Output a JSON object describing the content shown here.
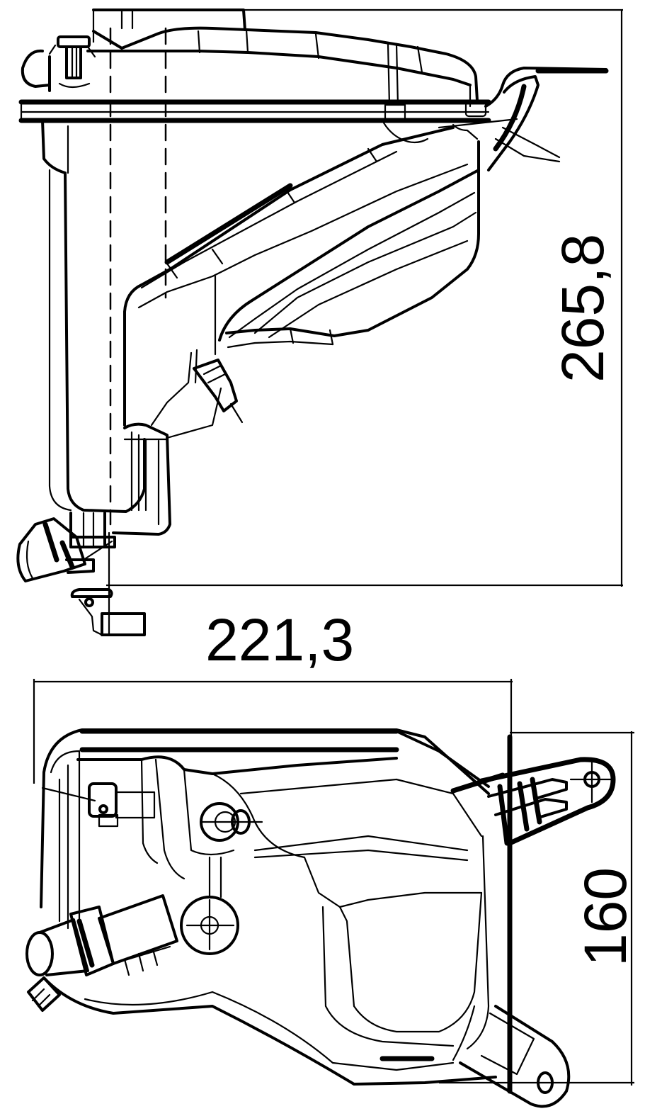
{
  "drawing": {
    "subject": "coolant expansion tank technical drawing",
    "views": [
      {
        "name": "side-view",
        "position": "top"
      },
      {
        "name": "top-view",
        "position": "bottom"
      }
    ],
    "colors": {
      "line": "#000000",
      "background": "#ffffff"
    }
  },
  "dimensions": {
    "height": {
      "label": "265,8",
      "orientation": "vertical",
      "view": "side-view"
    },
    "length": {
      "label": "221,3",
      "orientation": "horizontal",
      "view": "top-view"
    },
    "width": {
      "label": "160",
      "orientation": "vertical",
      "view": "top-view"
    }
  }
}
